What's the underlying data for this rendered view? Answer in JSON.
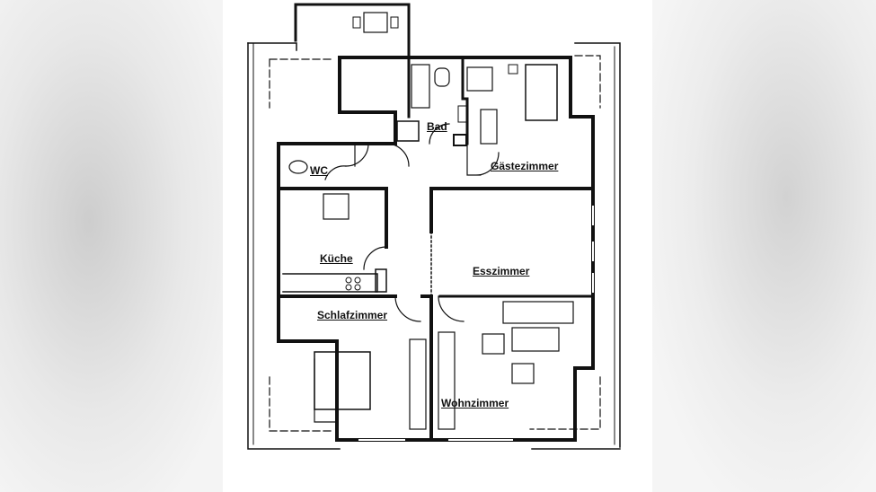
{
  "rooms": {
    "bad": "Bad",
    "wc": "WC",
    "gaestezimmer": "Gästezimmer",
    "kueche": "Küche",
    "esszimmer": "Esszimmer",
    "schlafzimmer": "Schlafzimmer",
    "wohnzimmer": "Wohnzimmer"
  }
}
